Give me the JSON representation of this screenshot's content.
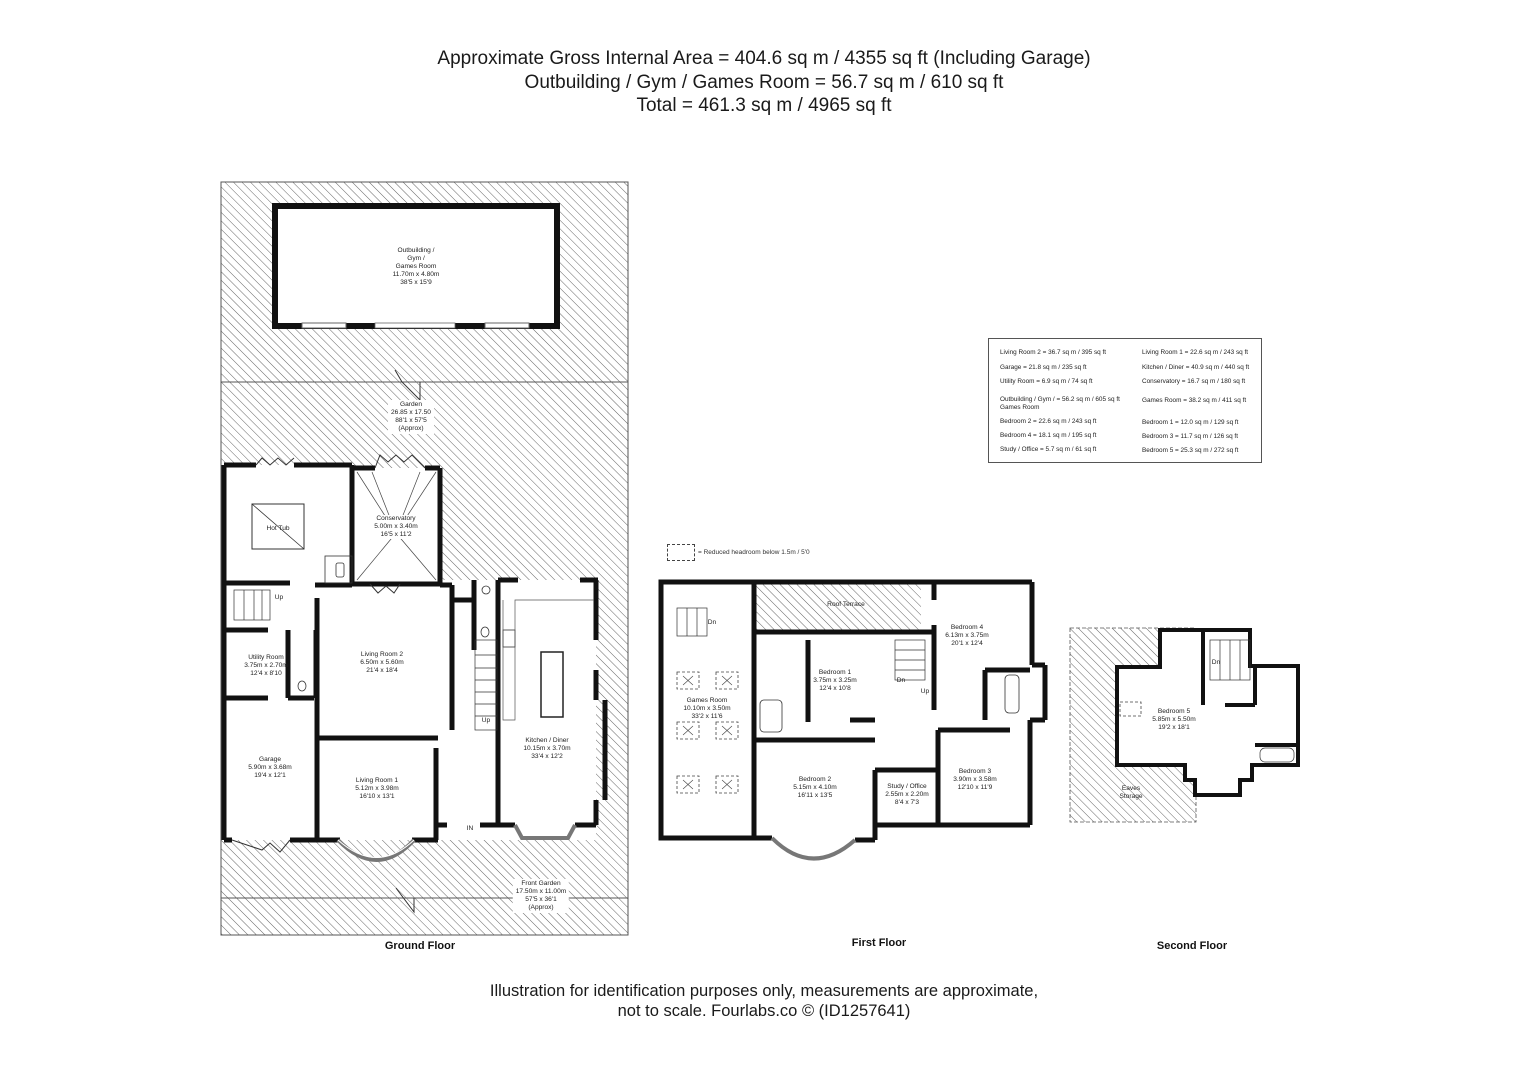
{
  "header": {
    "line1": "Approximate Gross Internal Area = 404.6 sq m / 4355 sq ft (Including Garage)",
    "line2": "Outbuilding / Gym / Games Room = 56.7 sq m / 610 sq ft",
    "line3": "Total = 461.3 sq m / 4965 sq ft"
  },
  "footer": {
    "line1": "Illustration for identification purposes only, measurements are approximate,",
    "line2": "not to scale. Fourlabs.co © (ID1257641)"
  },
  "floors": {
    "ground": "Ground Floor",
    "first": "First Floor",
    "second": "Second Floor"
  },
  "legend": {
    "text": "= Reduced headroom below 1.5m / 5'0"
  },
  "area_table": {
    "left": [
      "Living Room 2 = 36.7 sq m / 395 sq ft",
      "Garage = 21.8 sq m / 235 sq ft",
      "Utility Room = 6.9 sq m / 74 sq ft",
      "Outbuilding / Gym / = 56.2 sq m / 605 sq ft",
      "Games Room",
      "Bedroom 2 = 22.6 sq m / 243 sq ft",
      "Bedroom 4 = 18.1 sq m / 195 sq ft",
      "Study / Office = 5.7 sq m / 61 sq ft"
    ],
    "right": [
      "Living Room 1 = 22.6 sq m / 243 sq ft",
      "Kitchen / Diner = 40.9 sq m / 440 sq ft",
      "Conservatory = 16.7 sq m / 180 sq ft",
      "Games Room = 38.2 sq m / 411 sq ft",
      "Bedroom 1 = 12.0 sq m / 129 sq ft",
      "Bedroom 3 = 11.7 sq m / 126 sq ft",
      "Bedroom 5 = 25.3 sq m / 272 sq ft"
    ]
  },
  "rooms": {
    "outbuilding": {
      "name1": "Outbuilding /",
      "name2": "Gym /",
      "name3": "Games Room",
      "metric": "11.70m x 4.80m",
      "imperial": "38'5 x 15'9"
    },
    "garden": {
      "name": "Garden",
      "metric": "26.85 x 17.50",
      "imperial": "88'1 x 57'5",
      "note": "(Approx)"
    },
    "hot_tub": {
      "name": "Hot Tub"
    },
    "conservatory": {
      "name": "Conservatory",
      "metric": "5.00m x 3.40m",
      "imperial": "16'5 x 11'2"
    },
    "utility": {
      "name": "Utility Room",
      "metric": "3.75m x 2.70m",
      "imperial": "12'4 x 8'10"
    },
    "living2": {
      "name": "Living Room 2",
      "metric": "6.50m x 5.60m",
      "imperial": "21'4 x 18'4"
    },
    "garage": {
      "name": "Garage",
      "metric": "5.90m x 3.68m",
      "imperial": "19'4 x 12'1"
    },
    "living1": {
      "name": "Living Room 1",
      "metric": "5.12m x 3.98m",
      "imperial": "16'10 x 13'1"
    },
    "kitchen": {
      "name": "Kitchen / Diner",
      "metric": "10.15m x 3.70m",
      "imperial": "33'4 x 12'2"
    },
    "front_garden": {
      "name": "Front Garden",
      "metric": "17.50m x 11.00m",
      "imperial": "57'5 x 36'1",
      "note": "(Approx)"
    },
    "games": {
      "name": "Games Room",
      "metric": "10.10m x 3.50m",
      "imperial": "33'2 x 11'6"
    },
    "roof_terrace": {
      "name": "Roof Terrace"
    },
    "bedroom1": {
      "name": "Bedroom 1",
      "metric": "3.75m x 3.25m",
      "imperial": "12'4 x 10'8"
    },
    "bedroom4": {
      "name": "Bedroom 4",
      "metric": "6.13m x 3.75m",
      "imperial": "20'1 x 12'4"
    },
    "bedroom2": {
      "name": "Bedroom 2",
      "metric": "5.15m x 4.10m",
      "imperial": "16'11 x 13'5"
    },
    "study": {
      "name": "Study / Office",
      "metric": "2.55m x 2.20m",
      "imperial": "8'4 x 7'3"
    },
    "bedroom3": {
      "name": "Bedroom 3",
      "metric": "3.90m x 3.58m",
      "imperial": "12'10 x 11'9"
    },
    "bedroom5": {
      "name": "Bedroom 5",
      "metric": "5.85m x 5.50m",
      "imperial": "19'2 x 18'1"
    },
    "eaves": {
      "name1": "Eaves",
      "name2": "Storage"
    }
  },
  "stairs": {
    "up": "Up",
    "dn": "Dn",
    "in": "IN"
  },
  "colors": {
    "wall": "#111111",
    "hatch": "#555555",
    "background": "#ffffff"
  }
}
